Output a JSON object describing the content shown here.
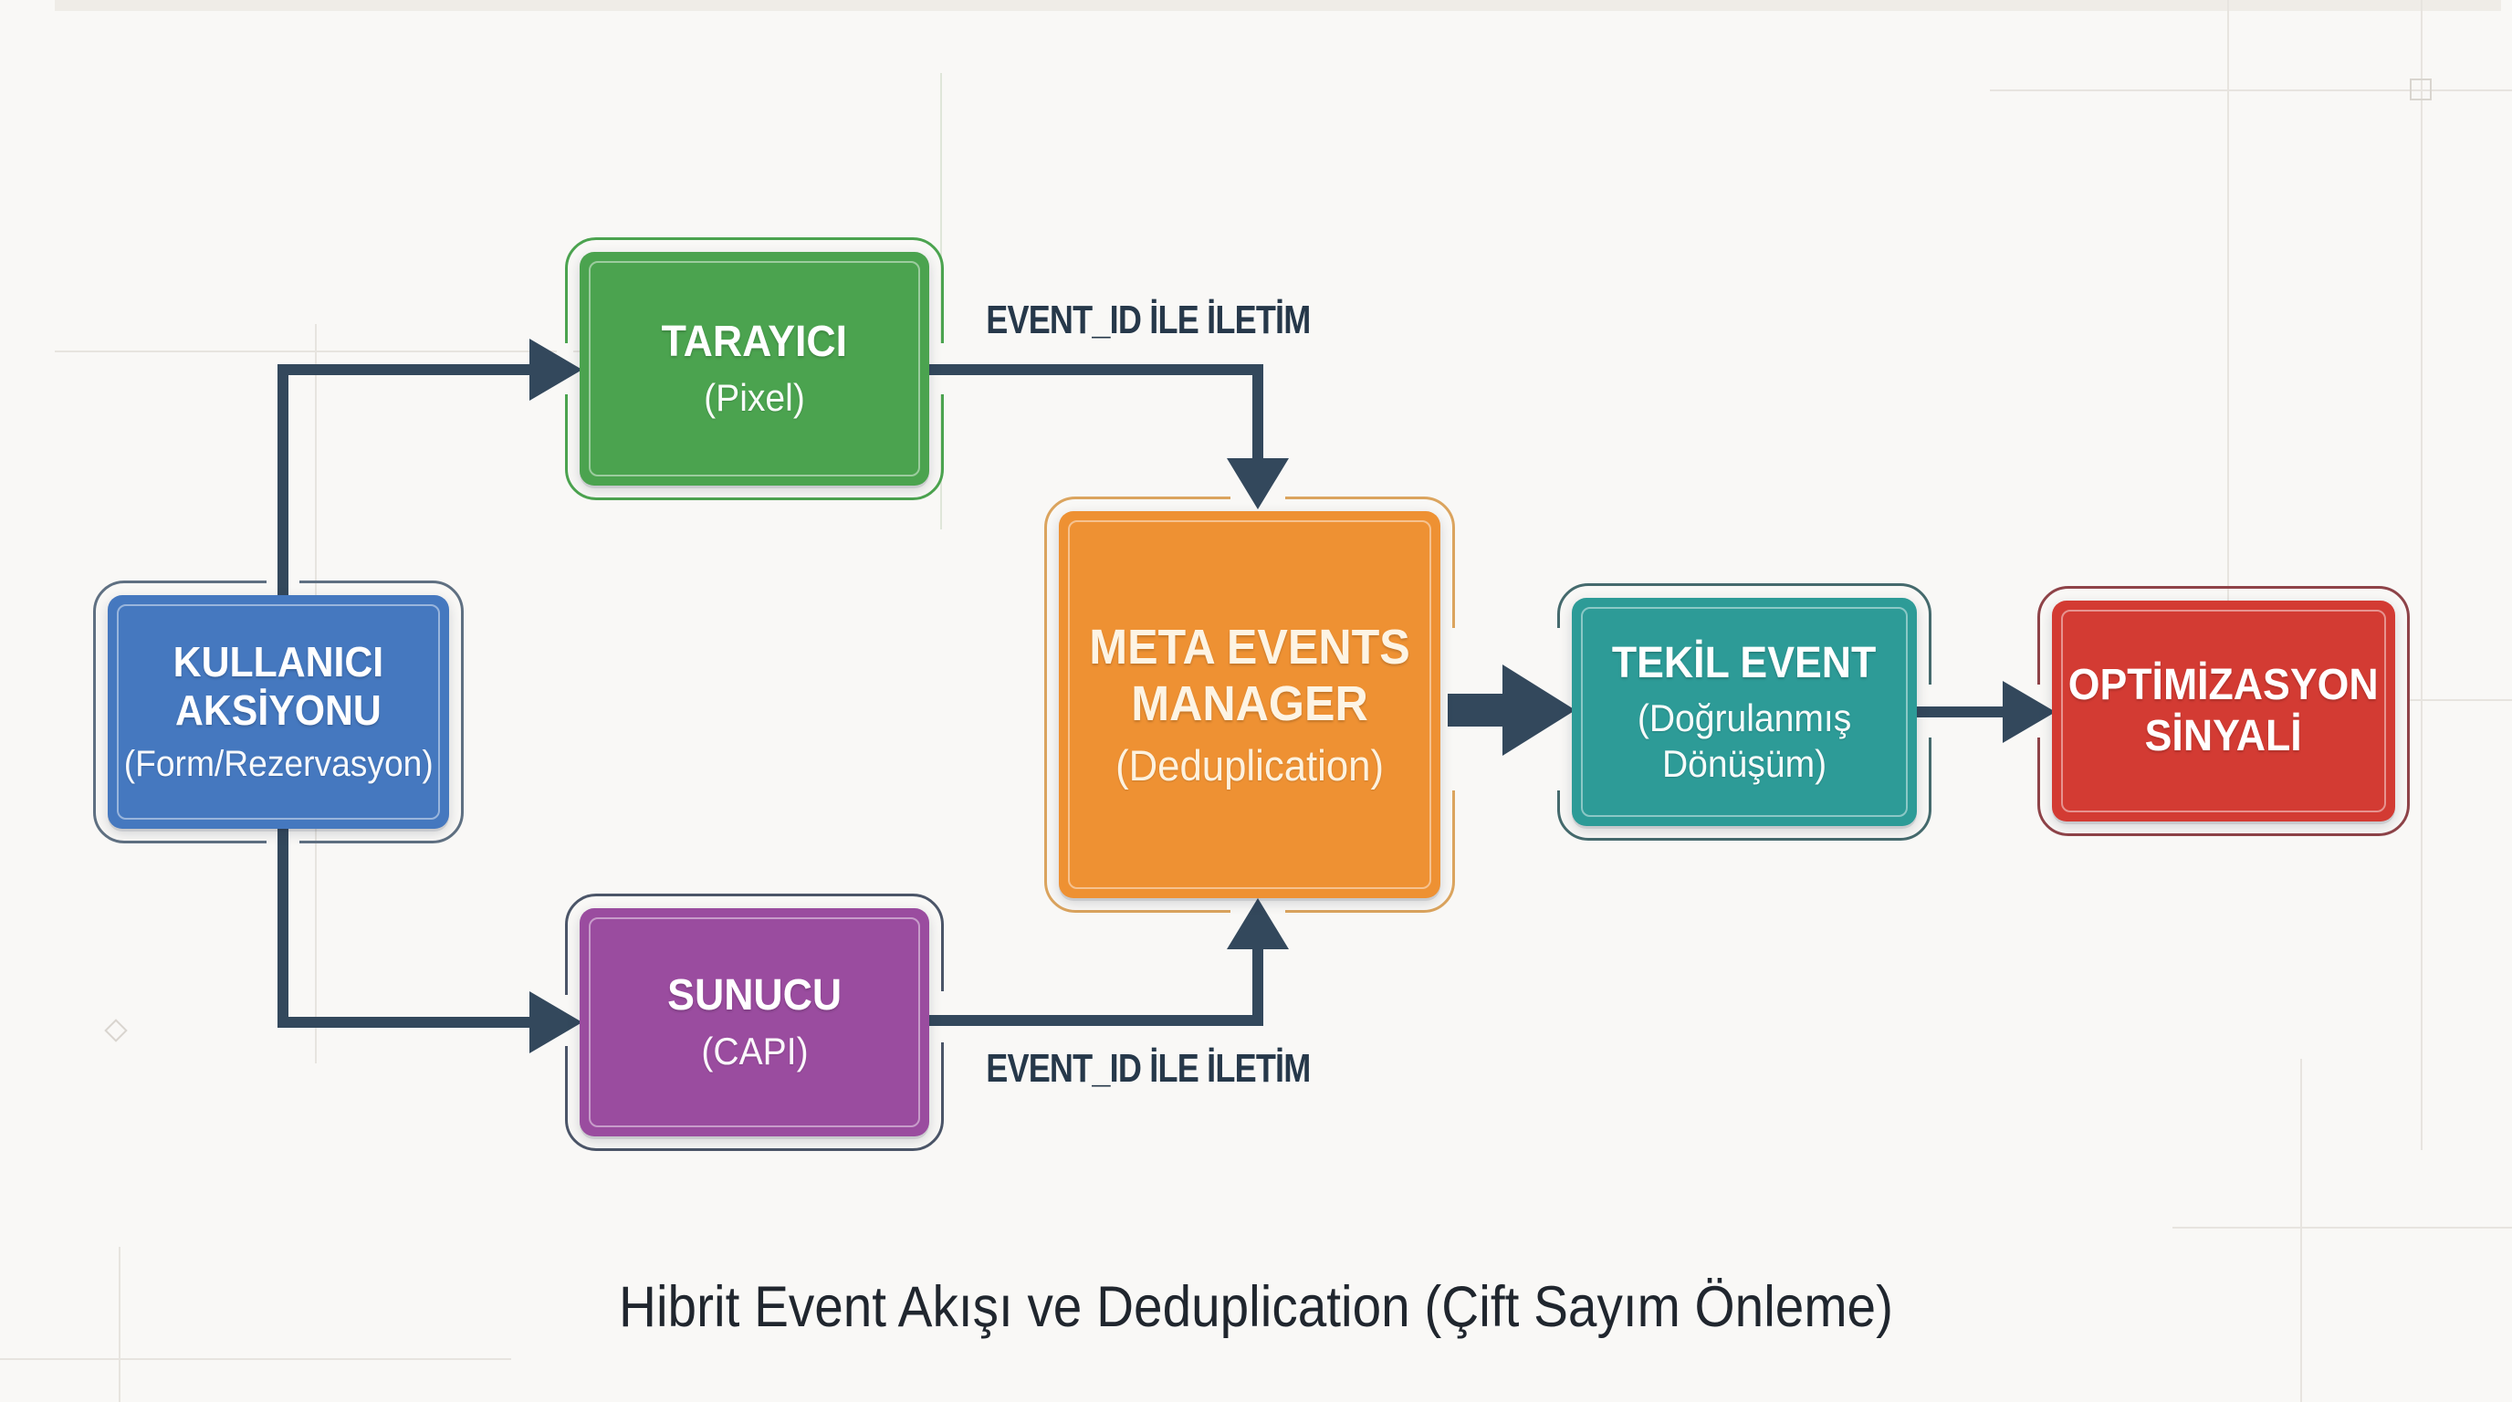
{
  "diagram": {
    "title": "Hibrit Event Akışı ve Deduplication (Çift Sayım Önleme)"
  },
  "nodes": [
    {
      "id": "kullanici-aksiyonu",
      "title": "KULLANICI\nAKSİYONU",
      "subtitle": "(Form/Rezervasyon)",
      "color": "#4578bf",
      "outline": "#5f7082"
    },
    {
      "id": "tarayici",
      "title": "TARAYICI",
      "subtitle": "(Pixel)",
      "color": "#4ba34f",
      "outline": "#4ba34f"
    },
    {
      "id": "sunucu",
      "title": "SUNUCU",
      "subtitle": "(CAPI)",
      "color": "#9a4c9f",
      "outline": "#4b5568"
    },
    {
      "id": "meta-events-manager",
      "title": "META EVENTS\nMANAGER",
      "subtitle": "(Deduplication)",
      "color": "#ee9133",
      "outline": "#dba45e"
    },
    {
      "id": "tekil-event",
      "title": "TEKİL EVENT",
      "subtitle": "(Doğrulanmış\nDönüşüm)",
      "color": "#2d9b97",
      "outline": "#456a6d"
    },
    {
      "id": "optimizasyon-sinyali",
      "title": "OPTİMİZASYON\nSİNYALİ",
      "subtitle": "",
      "color": "#d33b33",
      "outline": "#8e4348"
    }
  ],
  "edge_labels": [
    {
      "id": "event-id-top",
      "text": "EVENT_ID İLE İLETİM"
    },
    {
      "id": "event-id-bottom",
      "text": "EVENT_ID İLE İLETİM"
    }
  ],
  "colors": {
    "background": "#f9f8f6",
    "connector": "#33485c",
    "label_text": "#26384a",
    "title_text": "#20262e"
  }
}
